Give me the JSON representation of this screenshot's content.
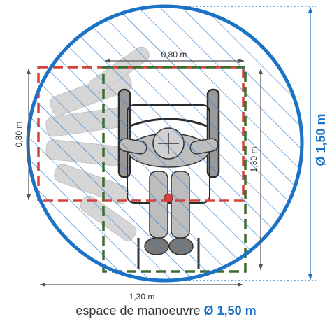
{
  "dimensions": {
    "top_width": "0,80 m",
    "left_height": "0,80 m",
    "inner_height": "1,30 m",
    "bottom_width": "1,30 m",
    "diameter": "Ø 1,50 m"
  },
  "caption": {
    "text": "espace de manoeuvre",
    "highlight": "Ø 1,50 m"
  },
  "colors": {
    "circle": "#1a73c7",
    "hatch": "#2f7fd0",
    "red_rect": "#d9403a",
    "green_rect": "#3e6b2e",
    "dimension_line": "#555555"
  },
  "icons": {
    "figure": "wheelchair-user-top-view-icon",
    "center": "center-cross-icon"
  }
}
